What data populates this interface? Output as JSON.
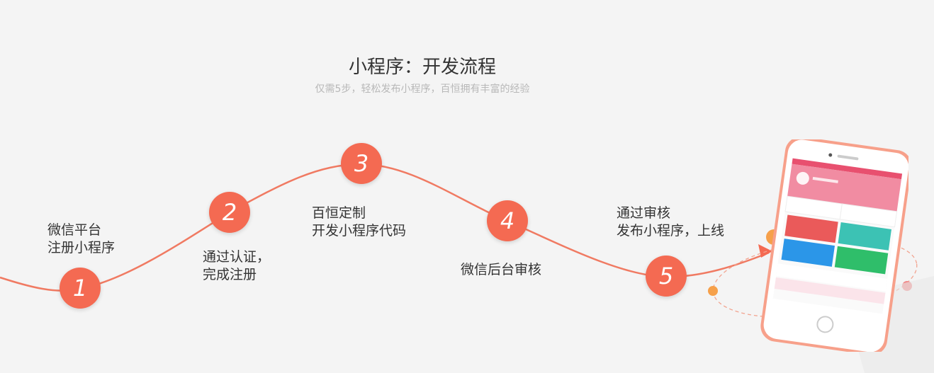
{
  "header": {
    "title": "小程序：开发流程",
    "subtitle": "仅需5步，轻松发布小程序，百恒拥有丰富的经验"
  },
  "steps": [
    {
      "number": "1",
      "line1": "微信平台",
      "line2": "注册小程序"
    },
    {
      "number": "2",
      "line1": "通过认证，",
      "line2": "完成注册"
    },
    {
      "number": "3",
      "line1": "百恒定制",
      "line2": "开发小程序代码"
    },
    {
      "number": "4",
      "line1": "微信后台审核",
      "line2": ""
    },
    {
      "number": "5",
      "line1": "通过审核",
      "line2": "发布小程序，上线"
    }
  ],
  "colors": {
    "accent": "#f46a52",
    "background": "#f4f4f4"
  }
}
